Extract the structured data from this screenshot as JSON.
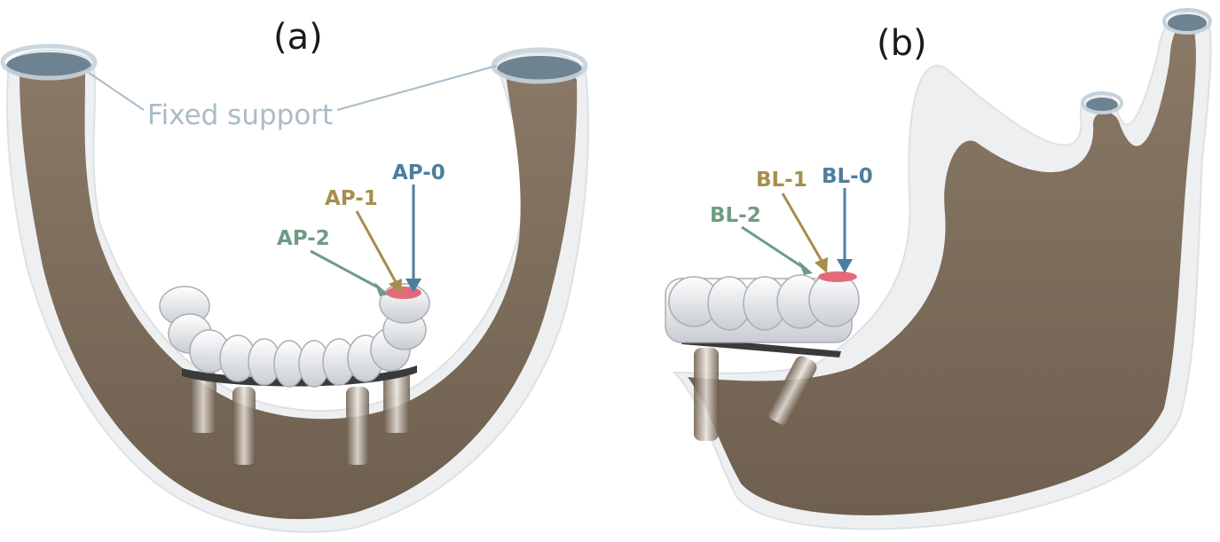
{
  "panels": [
    {
      "label": "(a)"
    },
    {
      "label": "(b)"
    }
  ],
  "fixed_support": {
    "label": "Fixed support"
  },
  "loads_a": [
    {
      "label": "AP-0",
      "color": "#4e7e9e"
    },
    {
      "label": "AP-1",
      "color": "#a88d4e"
    },
    {
      "label": "AP-2",
      "color": "#6e9c82"
    }
  ],
  "loads_b": [
    {
      "label": "BL-0",
      "color": "#4e7e9e"
    },
    {
      "label": "BL-1",
      "color": "#a88d4e"
    },
    {
      "label": "BL-2",
      "color": "#6e9c82"
    }
  ],
  "colors": {
    "bone": "#7f6e5b",
    "cortical_shell": "#dfe4e8",
    "support_cap": "#6e8391",
    "tooth": "#eef0f2",
    "load_area": "#e36a78"
  }
}
